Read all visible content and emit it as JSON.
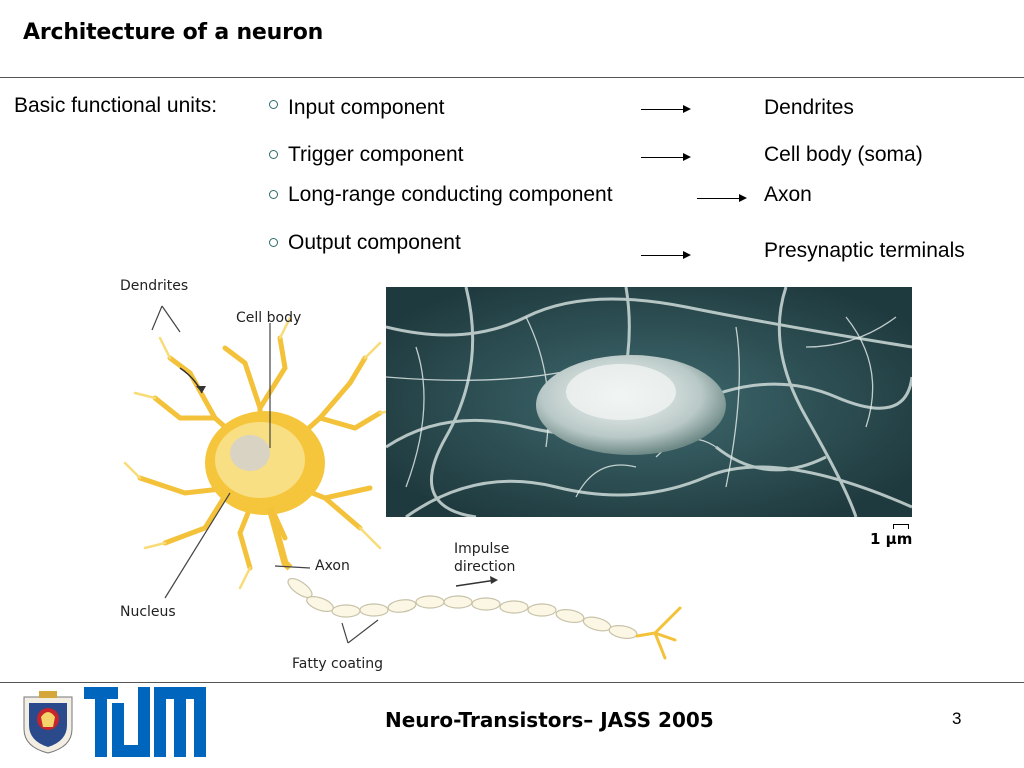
{
  "slide": {
    "title": "Architecture of a neuron",
    "units_label": "Basic functional units:",
    "units": [
      {
        "component": "Input component",
        "maps_to": "Dendrites"
      },
      {
        "component": "Trigger component",
        "maps_to": "Cell body (soma)"
      },
      {
        "component": "Long-range conducting component",
        "maps_to": "Axon"
      },
      {
        "component": "Output component",
        "maps_to": "Presynaptic terminals"
      }
    ],
    "figure": {
      "labels": {
        "dendrites": "Dendrites",
        "cell_body": "Cell body",
        "axon": "Axon",
        "nucleus": "Nucleus",
        "impulse_line1": "Impulse",
        "impulse_line2": "direction",
        "fatty_coating": "Fatty coating"
      },
      "scale_bar": "1 μm"
    }
  },
  "footer": {
    "title": "Neuro-Transistors– JASS 2005",
    "page_number": "3",
    "logo_text": "TUM"
  },
  "colors": {
    "bullet": "#2b6c6c",
    "tum_blue": "#0065bd",
    "dendrite_yellow": "#f3c23a",
    "micrograph_teal": "#2f5257"
  }
}
